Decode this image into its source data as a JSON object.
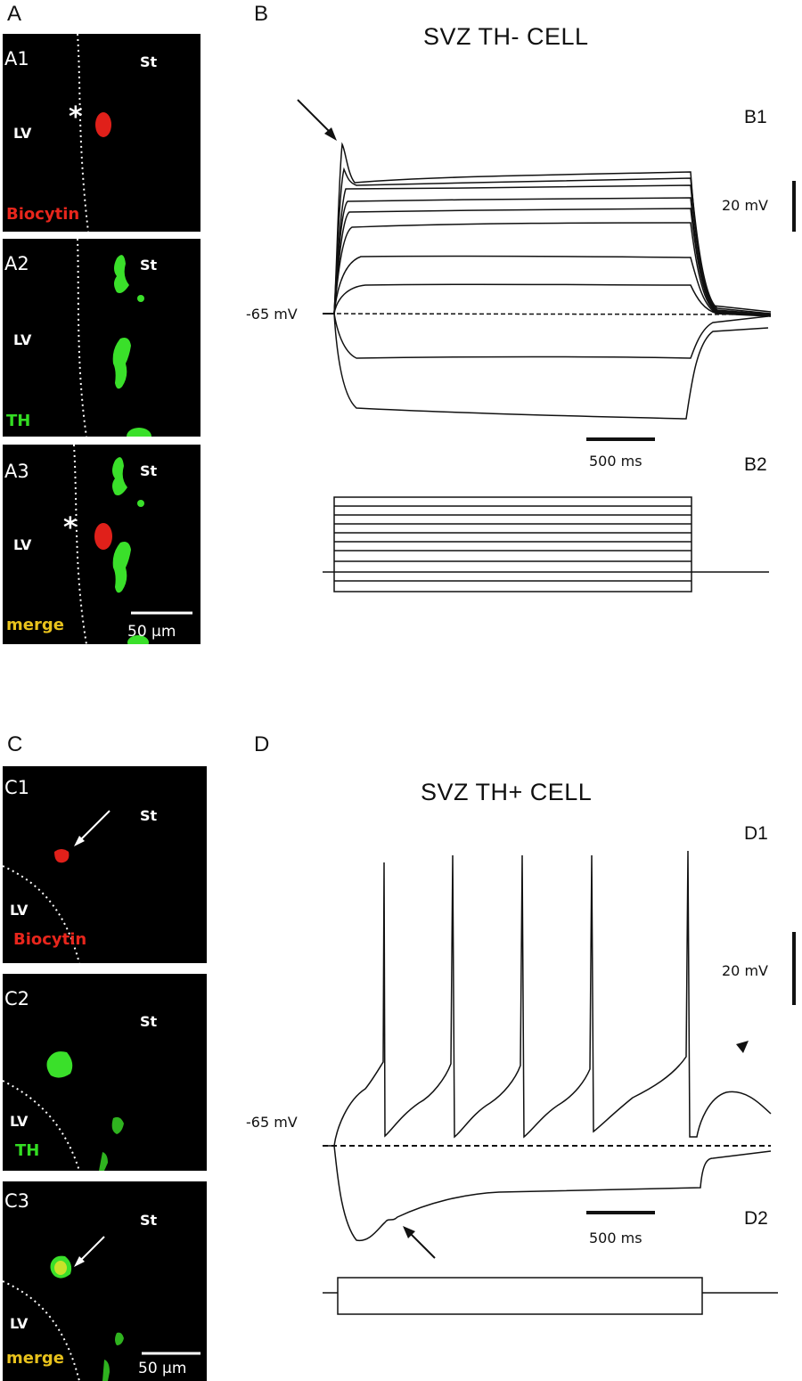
{
  "panels": {
    "A": {
      "letter": "A",
      "images": [
        {
          "id": "A1",
          "label": "A1",
          "region_right": "St",
          "region_left": "LV",
          "stain": "Biocytin",
          "stain_color": "#e8261c",
          "marker": "*"
        },
        {
          "id": "A2",
          "label": "A2",
          "region_right": "St",
          "region_left": "LV",
          "stain": "TH",
          "stain_color": "#33dd22"
        },
        {
          "id": "A3",
          "label": "A3",
          "region_right": "St",
          "region_left": "LV",
          "stain": "merge",
          "stain_color": "#e8c21c",
          "marker": "*",
          "scalebar": "50 μm"
        }
      ]
    },
    "B": {
      "letter": "B",
      "title": "SVZ TH-   CELL",
      "sub1": "B1",
      "sub2": "B2",
      "resting": "-65 mV",
      "vscale": "20 mV",
      "tscale": "500 ms"
    },
    "C": {
      "letter": "C",
      "images": [
        {
          "id": "C1",
          "label": "C1",
          "region_right": "St",
          "region_left": "LV",
          "stain": "Biocytin",
          "stain_color": "#e8261c"
        },
        {
          "id": "C2",
          "label": "C2",
          "region_right": "St",
          "region_left": "LV",
          "stain": "TH",
          "stain_color": "#33dd22"
        },
        {
          "id": "C3",
          "label": "C3",
          "region_right": "St",
          "region_left": "LV",
          "stain": "merge",
          "stain_color": "#e8c21c",
          "scalebar": "50 μm"
        }
      ]
    },
    "D": {
      "letter": "D",
      "title": "SVZ TH+   CELL",
      "sub1": "D1",
      "sub2": "D2",
      "resting": "-65 mV",
      "vscale": "20 mV",
      "tscale": "500 ms"
    }
  },
  "colors": {
    "trace": "#111111",
    "micro_bg": "#000000",
    "red_cell": "#e0201a",
    "green_cell": "#3ae02a",
    "merge_cell": "#c8e22a"
  }
}
